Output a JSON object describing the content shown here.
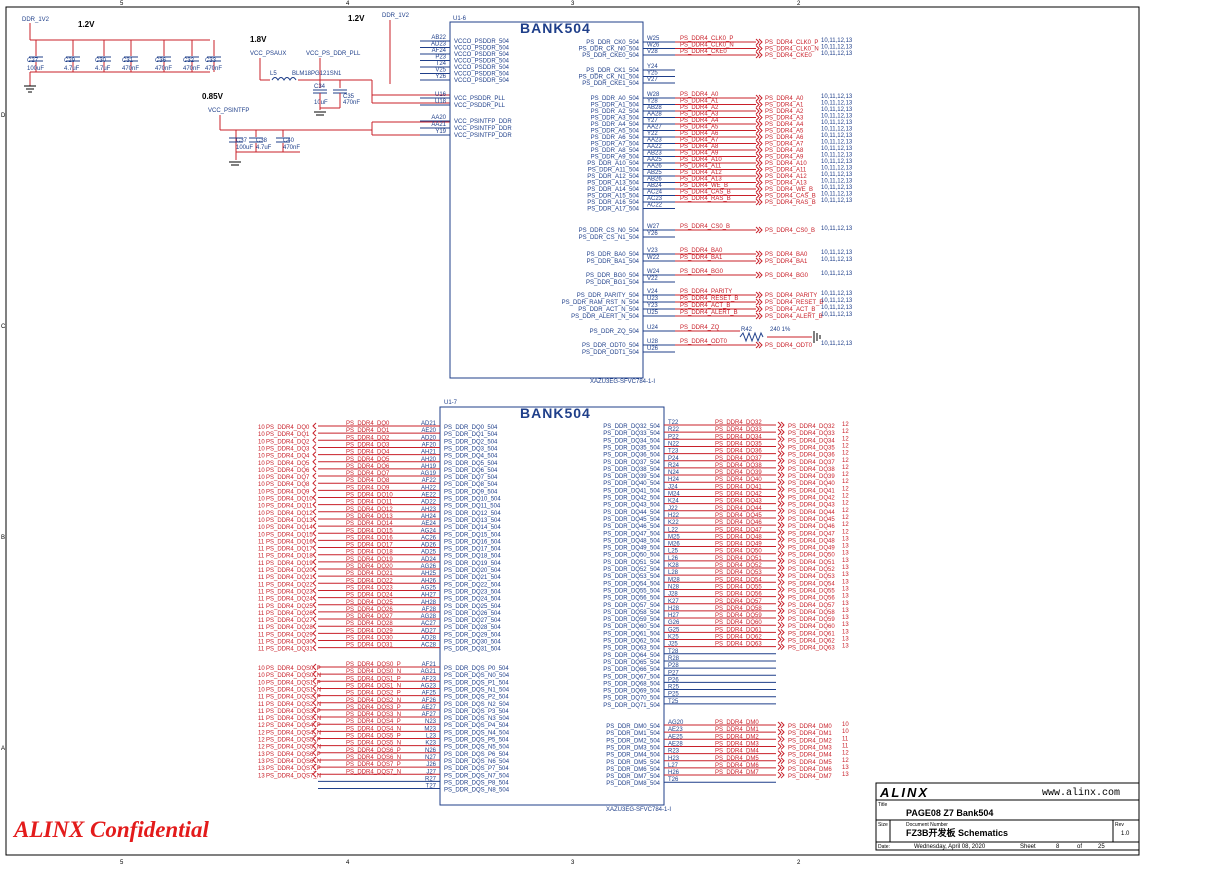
{
  "border": {
    "top": [
      "5",
      "4",
      "3",
      "2"
    ],
    "bottom": [
      "5",
      "4",
      "3",
      "2"
    ],
    "left": [
      "D",
      "C",
      "B",
      "A"
    ]
  },
  "power": {
    "ddr_net": "DDR_1V2",
    "volt_12": "1.2V",
    "volt_18": "1.8V",
    "volt_085": "0.85V",
    "psaux": "VCC_PSAUX",
    "psddrpll": "VCC_PS_DDR_PLL",
    "psintfp": "VCC_PSINTFP",
    "ferrite_ref": "L5",
    "ferrite_val": "BLM18PG121SN1",
    "caps_top": [
      {
        "r": "C27",
        "v": "100uF"
      },
      {
        "r": "C29",
        "v": "4.7uF"
      },
      {
        "r": "C30",
        "v": "4.7uF"
      },
      {
        "r": "C31",
        "v": "470nF"
      },
      {
        "r": "C36",
        "v": "470nF"
      },
      {
        "r": "C32",
        "v": "470nF"
      },
      {
        "r": "C33",
        "v": "470nF"
      }
    ],
    "caps_pll": [
      {
        "r": "C34",
        "v": "10uF"
      },
      {
        "r": "C35",
        "v": "470nF"
      }
    ],
    "caps_intfp": [
      {
        "r": "C37",
        "v": "100uF"
      },
      {
        "r": "C38",
        "v": "4.7uF"
      },
      {
        "r": "C40",
        "v": "470nF"
      }
    ]
  },
  "u16": {
    "ref": "U1-6",
    "bank": "BANK504",
    "part": "XAZU3EG-SFVC784-1-I",
    "left": [
      [
        "AB22",
        "VCCO_PSDDR_504"
      ],
      [
        "AD23",
        "VCCO_PSDDR_504"
      ],
      [
        "AF24",
        "VCCO_PSDDR_504"
      ],
      [
        "P23",
        "VCCO_PSDDR_504"
      ],
      [
        "T24",
        "VCCO_PSDDR_504"
      ],
      [
        "V25",
        "VCCO_PSDDR_504"
      ],
      [
        "Y26",
        "VCCO_PSDDR_504"
      ],
      [
        "U16",
        "VCC_PSDDR_PLL"
      ],
      [
        "U18",
        "VCC_PSDDR_PLL"
      ],
      [
        "AA20",
        "VCC_PSINTFP_DDR"
      ],
      [
        "AA21",
        "VCC_PSINTFP_DDR"
      ],
      [
        "Y19",
        "VCC_PSINTFP_DDR"
      ]
    ],
    "right": [
      {
        "pin": "W25",
        "name": "PS_DDR_CK0_504",
        "net": "PS_DDR4_CLK0_P",
        "port": "PS_DDR4_CLK0_P",
        "sheets": "10,11,12,13"
      },
      {
        "pin": "W26",
        "name": "PS_DDR_CK_N0_504",
        "net": "PS_DDR4_CLK0_N",
        "port": "PS_DDR4_CLK0_N",
        "sheets": "10,11,12,13"
      },
      {
        "pin": "V28",
        "name": "PS_DDR_CKE0_504",
        "net": "PS_DDR4_CKE0",
        "port": "PS_DDR4_CKE0",
        "sheets": "10,11,12,13"
      },
      {
        "pin": "Y24",
        "name": "PS_DDR_CK1_504"
      },
      {
        "pin": "Y25",
        "name": "PS_DDR_CK_N1_504"
      },
      {
        "pin": "V27",
        "name": "PS_DDR_CKE1_504"
      },
      {
        "pin": "W28",
        "name": "PS_DDR_A0_504",
        "net": "PS_DDR4_A0",
        "port": "PS_DDR4_A0",
        "sheets": "10,11,12,13"
      },
      {
        "pin": "Y28",
        "name": "PS_DDR_A1_504",
        "net": "PS_DDR4_A1",
        "port": "PS_DDR4_A1",
        "sheets": "10,11,12,13"
      },
      {
        "pin": "AB28",
        "name": "PS_DDR_A2_504",
        "net": "PS_DDR4_A2",
        "port": "PS_DDR4_A2",
        "sheets": "10,11,12,13"
      },
      {
        "pin": "AA28",
        "name": "PS_DDR_A3_504",
        "net": "PS_DDR4_A3",
        "port": "PS_DDR4_A3",
        "sheets": "10,11,12,13"
      },
      {
        "pin": "Y27",
        "name": "PS_DDR_A4_504",
        "net": "PS_DDR4_A4",
        "port": "PS_DDR4_A4",
        "sheets": "10,11,12,13"
      },
      {
        "pin": "AA27",
        "name": "PS_DDR_A5_504",
        "net": "PS_DDR4_A5",
        "port": "PS_DDR4_A5",
        "sheets": "10,11,12,13"
      },
      {
        "pin": "Y22",
        "name": "PS_DDR_A6_504",
        "net": "PS_DDR4_A6",
        "port": "PS_DDR4_A6",
        "sheets": "10,11,12,13"
      },
      {
        "pin": "AA23",
        "name": "PS_DDR_A7_504",
        "net": "PS_DDR4_A7",
        "port": "PS_DDR4_A7",
        "sheets": "10,11,12,13"
      },
      {
        "pin": "AA22",
        "name": "PS_DDR_A8_504",
        "net": "PS_DDR4_A8",
        "port": "PS_DDR4_A8",
        "sheets": "10,11,12,13"
      },
      {
        "pin": "AB23",
        "name": "PS_DDR_A9_504",
        "net": "PS_DDR4_A9",
        "port": "PS_DDR4_A9",
        "sheets": "10,11,12,13"
      },
      {
        "pin": "AA25",
        "name": "PS_DDR_A10_504",
        "net": "PS_DDR4_A10",
        "port": "PS_DDR4_A10",
        "sheets": "10,11,12,13"
      },
      {
        "pin": "AA26",
        "name": "PS_DDR_A11_504",
        "net": "PS_DDR4_A11",
        "port": "PS_DDR4_A11",
        "sheets": "10,11,12,13"
      },
      {
        "pin": "AB25",
        "name": "PS_DDR_A12_504",
        "net": "PS_DDR4_A12",
        "port": "PS_DDR4_A12",
        "sheets": "10,11,12,13"
      },
      {
        "pin": "AB26",
        "name": "PS_DDR_A13_504",
        "net": "PS_DDR4_A13",
        "port": "PS_DDR4_A13",
        "sheets": "10,11,12,13"
      },
      {
        "pin": "AB24",
        "name": "PS_DDR_A14_504",
        "net": "PS_DDR4_WE_B",
        "port": "PS_DDR4_WE_B",
        "sheets": "10,11,12,13"
      },
      {
        "pin": "AC24",
        "name": "PS_DDR_A15_504",
        "net": "PS_DDR4_CAS_B",
        "port": "PS_DDR4_CAS_B",
        "sheets": "10,11,12,13"
      },
      {
        "pin": "AC23",
        "name": "PS_DDR_A16_504",
        "net": "PS_DDR4_RAS_B",
        "port": "PS_DDR4_RAS_B",
        "sheets": "10,11,12,13"
      },
      {
        "pin": "AC22",
        "name": "PS_DDR_A17_504"
      },
      {
        "pin": "W27",
        "name": "PS_DDR_CS_N0_504",
        "net": "PS_DDR4_CS0_B",
        "port": "PS_DDR4_CS0_B",
        "sheets": "10,11,12,13"
      },
      {
        "pin": "Y26",
        "name": "PS_DDR_CS_N1_504"
      },
      {
        "pin": "V23",
        "name": "PS_DDR_BA0_504",
        "net": "PS_DDR4_BA0",
        "port": "PS_DDR4_BA0",
        "sheets": "10,11,12,13"
      },
      {
        "pin": "W22",
        "name": "PS_DDR_BA1_504",
        "net": "PS_DDR4_BA1",
        "port": "PS_DDR4_BA1",
        "sheets": "10,11,12,13"
      },
      {
        "pin": "W24",
        "name": "PS_DDR_BG0_504",
        "net": "PS_DDR4_BG0",
        "port": "PS_DDR4_BG0",
        "sheets": "10,11,12,13"
      },
      {
        "pin": "V22",
        "name": "PS_DDR_BG1_504"
      },
      {
        "pin": "V24",
        "name": "PS_DDR_PARITY_504",
        "net": "PS_DDR4_PARITY",
        "port": "PS_DDR4_PARITY",
        "sheets": "10,11,12,13"
      },
      {
        "pin": "U23",
        "name": "PS_DDR_RAM_RST_N_504",
        "net": "PS_DDR4_RESET_B",
        "port": "PS_DDR4_RESET_B",
        "sheets": "10,11,12,13"
      },
      {
        "pin": "Y23",
        "name": "PS_DDR_ACT_N_504",
        "net": "PS_DDR4_ACT_B",
        "port": "PS_DDR4_ACT_B",
        "sheets": "10,11,12,13"
      },
      {
        "pin": "U25",
        "name": "PS_DDR_ALERT_N_504",
        "net": "PS_DDR4_ALERT_B",
        "port": "PS_DDR4_ALERT_B",
        "sheets": "10,11,12,13"
      },
      {
        "pin": "U24",
        "name": "PS_DDR_ZQ_504",
        "net": "PS_DDR4_ZQ"
      },
      {
        "pin": "U28",
        "name": "PS_DDR_ODT0_504",
        "net": "PS_DDR4_ODT0",
        "port": "PS_DDR4_ODT0",
        "sheets": "10,11,12,13"
      },
      {
        "pin": "U26",
        "name": "PS_DDR_ODT1_504"
      }
    ],
    "res_ref": "R42",
    "res_val": "240 1%"
  },
  "u17": {
    "ref": "U1-7",
    "bank": "BANK504",
    "part": "XAZU3EG-SFVC784-1-I",
    "left": [
      [
        "10",
        "PS_DDR4_DQ0",
        "AD21",
        "PS_DDR_DQ0_504"
      ],
      [
        "10",
        "PS_DDR4_DQ1",
        "AE20",
        "PS_DDR_DQ1_504"
      ],
      [
        "10",
        "PS_DDR4_DQ2",
        "AD20",
        "PS_DDR_DQ2_504"
      ],
      [
        "10",
        "PS_DDR4_DQ3",
        "AF20",
        "PS_DDR_DQ3_504"
      ],
      [
        "10",
        "PS_DDR4_DQ4",
        "AH21",
        "PS_DDR_DQ4_504"
      ],
      [
        "10",
        "PS_DDR4_DQ5",
        "AH20",
        "PS_DDR_DQ5_504"
      ],
      [
        "10",
        "PS_DDR4_DQ6",
        "AH19",
        "PS_DDR_DQ6_504"
      ],
      [
        "10",
        "PS_DDR4_DQ7",
        "AG19",
        "PS_DDR_DQ7_504"
      ],
      [
        "10",
        "PS_DDR4_DQ8",
        "AF22",
        "PS_DDR_DQ8_504"
      ],
      [
        "10",
        "PS_DDR4_DQ9",
        "AH22",
        "PS_DDR_DQ9_504"
      ],
      [
        "10",
        "PS_DDR4_DQ10",
        "AE22",
        "PS_DDR_DQ10_504"
      ],
      [
        "10",
        "PS_DDR4_DQ11",
        "AD22",
        "PS_DDR_DQ11_504"
      ],
      [
        "10",
        "PS_DDR4_DQ12",
        "AH23",
        "PS_DDR_DQ12_504"
      ],
      [
        "10",
        "PS_DDR4_DQ13",
        "AH24",
        "PS_DDR_DQ13_504"
      ],
      [
        "10",
        "PS_DDR4_DQ14",
        "AE24",
        "PS_DDR_DQ14_504"
      ],
      [
        "10",
        "PS_DDR4_DQ15",
        "AG24",
        "PS_DDR_DQ15_504"
      ],
      [
        "11",
        "PS_DDR4_DQ16",
        "AC26",
        "PS_DDR_DQ16_504"
      ],
      [
        "11",
        "PS_DDR4_DQ17",
        "AD26",
        "PS_DDR_DQ17_504"
      ],
      [
        "11",
        "PS_DDR4_DQ18",
        "AD25",
        "PS_DDR_DQ18_504"
      ],
      [
        "11",
        "PS_DDR4_DQ19",
        "AD24",
        "PS_DDR_DQ19_504"
      ],
      [
        "11",
        "PS_DDR4_DQ20",
        "AG26",
        "PS_DDR_DQ20_504"
      ],
      [
        "11",
        "PS_DDR4_DQ21",
        "AH25",
        "PS_DDR_DQ21_504"
      ],
      [
        "11",
        "PS_DDR4_DQ22",
        "AH26",
        "PS_DDR_DQ22_504"
      ],
      [
        "11",
        "PS_DDR4_DQ23",
        "AG25",
        "PS_DDR_DQ23_504"
      ],
      [
        "11",
        "PS_DDR4_DQ24",
        "AH27",
        "PS_DDR_DQ24_504"
      ],
      [
        "11",
        "PS_DDR4_DQ25",
        "AH28",
        "PS_DDR_DQ25_504"
      ],
      [
        "11",
        "PS_DDR4_DQ26",
        "AF28",
        "PS_DDR_DQ26_504"
      ],
      [
        "11",
        "PS_DDR4_DQ27",
        "AG28",
        "PS_DDR_DQ27_504"
      ],
      [
        "11",
        "PS_DDR4_DQ28",
        "AC27",
        "PS_DDR_DQ28_504"
      ],
      [
        "11",
        "PS_DDR4_DQ29",
        "AD27",
        "PS_DDR_DQ29_504"
      ],
      [
        "11",
        "PS_DDR4_DQ30",
        "AD28",
        "PS_DDR_DQ30_504"
      ],
      [
        "11",
        "PS_DDR4_DQ31",
        "AC28",
        "PS_DDR_DQ31_504"
      ]
    ],
    "dqs": [
      [
        "10",
        "PS_DDR4_DQS0_P",
        "AF21",
        "PS_DDR_DQS_P0_504"
      ],
      [
        "10",
        "PS_DDR4_DQS0_N",
        "AG21",
        "PS_DDR_DQS_N0_504"
      ],
      [
        "10",
        "PS_DDR4_DQS1_P",
        "AF23",
        "PS_DDR_DQS_P1_504"
      ],
      [
        "10",
        "PS_DDR4_DQS1_N",
        "AG23",
        "PS_DDR_DQS_N1_504"
      ],
      [
        "11",
        "PS_DDR4_DQS2_P",
        "AF25",
        "PS_DDR_DQS_P2_504"
      ],
      [
        "11",
        "PS_DDR4_DQS2_N",
        "AF26",
        "PS_DDR_DQS_N2_504"
      ],
      [
        "11",
        "PS_DDR4_DQS3_P",
        "AE27",
        "PS_DDR_DQS_P3_504"
      ],
      [
        "11",
        "PS_DDR4_DQS3_N",
        "AF27",
        "PS_DDR_DQS_N3_504"
      ],
      [
        "12",
        "PS_DDR4_DQS4_P",
        "N23",
        "PS_DDR_DQS_P4_504"
      ],
      [
        "12",
        "PS_DDR4_DQS4_N",
        "M23",
        "PS_DDR_DQS_N4_504"
      ],
      [
        "12",
        "PS_DDR4_DQS5_P",
        "L23",
        "PS_DDR_DQS_P5_504"
      ],
      [
        "12",
        "PS_DDR4_DQS5_N",
        "K23",
        "PS_DDR_DQS_N5_504"
      ],
      [
        "13",
        "PS_DDR4_DQS6_P",
        "N26",
        "PS_DDR_DQS_P6_504"
      ],
      [
        "13",
        "PS_DDR4_DQS6_N",
        "N27",
        "PS_DDR_DQS_N6_504"
      ],
      [
        "13",
        "PS_DDR4_DQS7_P",
        "J26",
        "PS_DDR_DQS_P7_504"
      ],
      [
        "13",
        "PS_DDR4_DQS7_N",
        "J27",
        "PS_DDR_DQS_N7_504"
      ],
      [
        "",
        "",
        "R27",
        "PS_DDR_DQS_P8_504"
      ],
      [
        "",
        "",
        "T27",
        "PS_DDR_DQS_N8_504"
      ]
    ],
    "right": [
      [
        "12",
        "PS_DDR4_DQ32",
        "T22",
        "PS_DDR_DQ32_504"
      ],
      [
        "12",
        "PS_DDR4_DQ33",
        "R22",
        "PS_DDR_DQ33_504"
      ],
      [
        "12",
        "PS_DDR4_DQ34",
        "P22",
        "PS_DDR_DQ34_504"
      ],
      [
        "12",
        "PS_DDR4_DQ35",
        "N22",
        "PS_DDR_DQ35_504"
      ],
      [
        "12",
        "PS_DDR4_DQ36",
        "T23",
        "PS_DDR_DQ36_504"
      ],
      [
        "12",
        "PS_DDR4_DQ37",
        "P24",
        "PS_DDR_DQ37_504"
      ],
      [
        "12",
        "PS_DDR4_DQ38",
        "R24",
        "PS_DDR_DQ38_504"
      ],
      [
        "12",
        "PS_DDR4_DQ39",
        "N24",
        "PS_DDR_DQ39_504"
      ],
      [
        "12",
        "PS_DDR4_DQ40",
        "H24",
        "PS_DDR_DQ40_504"
      ],
      [
        "12",
        "PS_DDR4_DQ41",
        "J24",
        "PS_DDR_DQ41_504"
      ],
      [
        "12",
        "PS_DDR4_DQ42",
        "M24",
        "PS_DDR_DQ42_504"
      ],
      [
        "12",
        "PS_DDR4_DQ43",
        "K24",
        "PS_DDR_DQ43_504"
      ],
      [
        "12",
        "PS_DDR4_DQ44",
        "J22",
        "PS_DDR_DQ44_504"
      ],
      [
        "12",
        "PS_DDR4_DQ45",
        "H22",
        "PS_DDR_DQ45_504"
      ],
      [
        "12",
        "PS_DDR4_DQ46",
        "K22",
        "PS_DDR_DQ46_504"
      ],
      [
        "12",
        "PS_DDR4_DQ47",
        "L22",
        "PS_DDR_DQ47_504"
      ],
      [
        "13",
        "PS_DDR4_DQ48",
        "M25",
        "PS_DDR_DQ48_504"
      ],
      [
        "13",
        "PS_DDR4_DQ49",
        "M26",
        "PS_DDR_DQ49_504"
      ],
      [
        "13",
        "PS_DDR4_DQ50",
        "L25",
        "PS_DDR_DQ50_504"
      ],
      [
        "13",
        "PS_DDR4_DQ51",
        "L26",
        "PS_DDR_DQ51_504"
      ],
      [
        "13",
        "PS_DDR4_DQ52",
        "K28",
        "PS_DDR_DQ52_504"
      ],
      [
        "13",
        "PS_DDR4_DQ53",
        "L28",
        "PS_DDR_DQ53_504"
      ],
      [
        "13",
        "PS_DDR4_DQ54",
        "M28",
        "PS_DDR_DQ54_504"
      ],
      [
        "13",
        "PS_DDR4_DQ55",
        "N28",
        "PS_DDR_DQ55_504"
      ],
      [
        "13",
        "PS_DDR4_DQ56",
        "J28",
        "PS_DDR_DQ56_504"
      ],
      [
        "13",
        "PS_DDR4_DQ57",
        "K27",
        "PS_DDR_DQ57_504"
      ],
      [
        "13",
        "PS_DDR4_DQ58",
        "H28",
        "PS_DDR_DQ58_504"
      ],
      [
        "13",
        "PS_DDR4_DQ59",
        "H27",
        "PS_DDR_DQ59_504"
      ],
      [
        "13",
        "PS_DDR4_DQ60",
        "G26",
        "PS_DDR_DQ60_504"
      ],
      [
        "13",
        "PS_DDR4_DQ61",
        "G25",
        "PS_DDR_DQ61_504"
      ],
      [
        "13",
        "PS_DDR4_DQ62",
        "K25",
        "PS_DDR_DQ62_504"
      ],
      [
        "13",
        "PS_DDR4_DQ63",
        "J25",
        "PS_DDR_DQ63_504"
      ],
      [
        "",
        "",
        "T28",
        "PS_DDR_DQ64_504"
      ],
      [
        "",
        "",
        "R28",
        "PS_DDR_DQ65_504"
      ],
      [
        "",
        "",
        "P28",
        "PS_DDR_DQ66_504"
      ],
      [
        "",
        "",
        "P27",
        "PS_DDR_DQ67_504"
      ],
      [
        "",
        "",
        "P26",
        "PS_DDR_DQ68_504"
      ],
      [
        "",
        "",
        "R25",
        "PS_DDR_DQ69_504"
      ],
      [
        "",
        "",
        "P25",
        "PS_DDR_DQ70_504"
      ],
      [
        "",
        "",
        "T25",
        "PS_DDR_DQ71_504"
      ]
    ],
    "dm": [
      [
        "10",
        "PS_DDR4_DM0",
        "AG20",
        "PS_DDR_DM0_504"
      ],
      [
        "10",
        "PS_DDR4_DM1",
        "AE23",
        "PS_DDR_DM1_504"
      ],
      [
        "11",
        "PS_DDR4_DM2",
        "AE25",
        "PS_DDR_DM2_504"
      ],
      [
        "11",
        "PS_DDR4_DM3",
        "AE28",
        "PS_DDR_DM3_504"
      ],
      [
        "12",
        "PS_DDR4_DM4",
        "R23",
        "PS_DDR_DM4_504"
      ],
      [
        "12",
        "PS_DDR4_DM5",
        "H23",
        "PS_DDR_DM5_504"
      ],
      [
        "13",
        "PS_DDR4_DM6",
        "L27",
        "PS_DDR_DM6_504"
      ],
      [
        "13",
        "PS_DDR4_DM7",
        "H26",
        "PS_DDR_DM7_504"
      ],
      [
        "",
        "",
        "T26",
        "PS_DDR_DM8_504"
      ]
    ]
  },
  "confidential": "ALINX Confidential",
  "title_block": {
    "logo": "ALINX",
    "url": "www.alinx.com",
    "title_label": "Title",
    "title": "PAGE08 Z7 Bank504",
    "size_label": "Size",
    "doc_label": "Document Number",
    "doc": "FZ3B开发板 Schematics",
    "rev_label": "Rev",
    "rev": "1.0",
    "date_label": "Date:",
    "date": "Wednesday, April 08, 2020",
    "sheet_label": "Sheet",
    "sheet": "8",
    "of_label": "of",
    "total": "25"
  }
}
